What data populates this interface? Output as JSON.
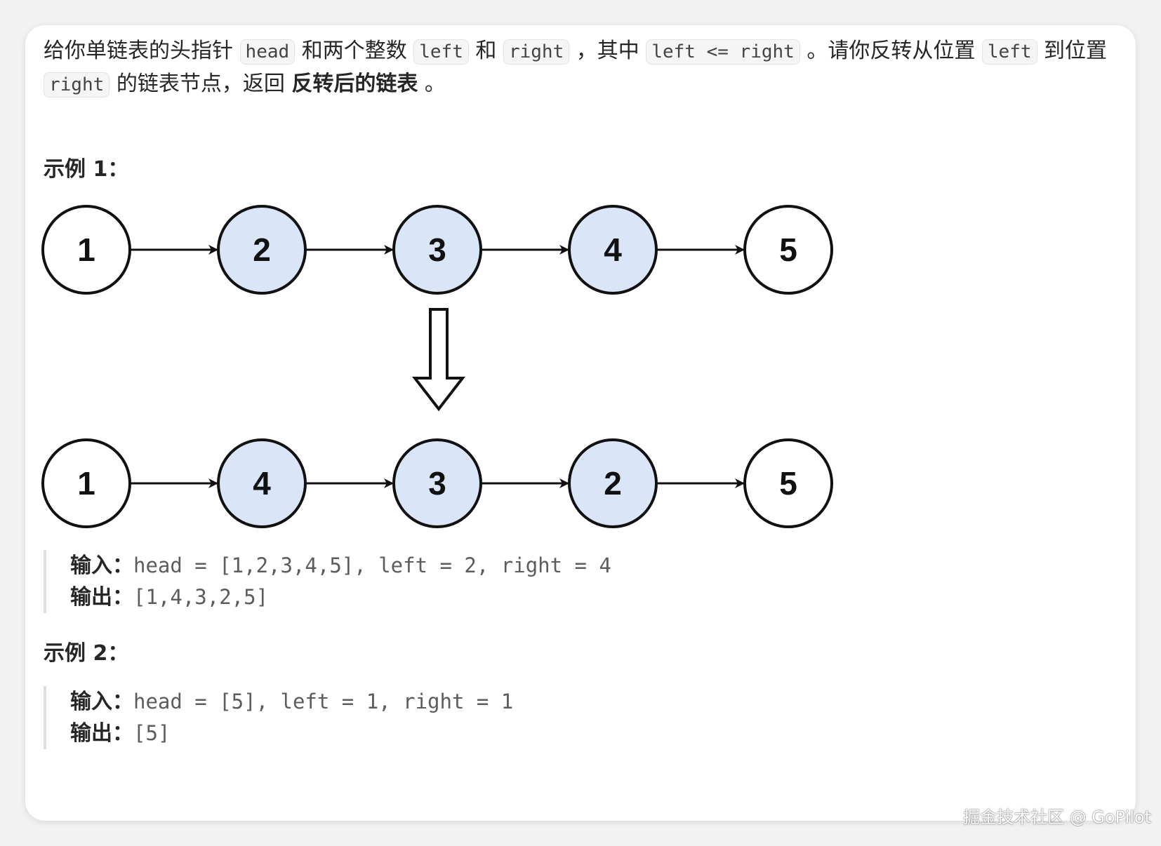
{
  "description": {
    "t1": "给你单链表的头指针 ",
    "c1": "head",
    "t2": " 和两个整数 ",
    "c2": "left",
    "t3": " 和 ",
    "c3": "right",
    "t4": " ，其中 ",
    "c4": "left <= right",
    "t5": " 。请你反转从位置 ",
    "c5": "left",
    "t6": " 到位置 ",
    "c6": "right",
    "t7": " 的链表节点，返回 ",
    "b1": "反转后的链表",
    "t8": " 。"
  },
  "example1": {
    "title": "示例 1：",
    "original_list": [
      "1",
      "2",
      "3",
      "4",
      "5"
    ],
    "reversed_list": [
      "1",
      "4",
      "3",
      "2",
      "5"
    ],
    "highlight_color": "#dae5f7",
    "input_label": "输入：",
    "input_value": "head = [1,2,3,4,5], left = 2, right = 4",
    "output_label": "输出：",
    "output_value": "[1,4,3,2,5]"
  },
  "example2": {
    "title": "示例 2：",
    "input_label": "输入：",
    "input_value": "head = [5], left = 1, right = 1",
    "output_label": "输出：",
    "output_value": "[5]"
  },
  "watermark": "掘金技术社区 @ GoPilot"
}
